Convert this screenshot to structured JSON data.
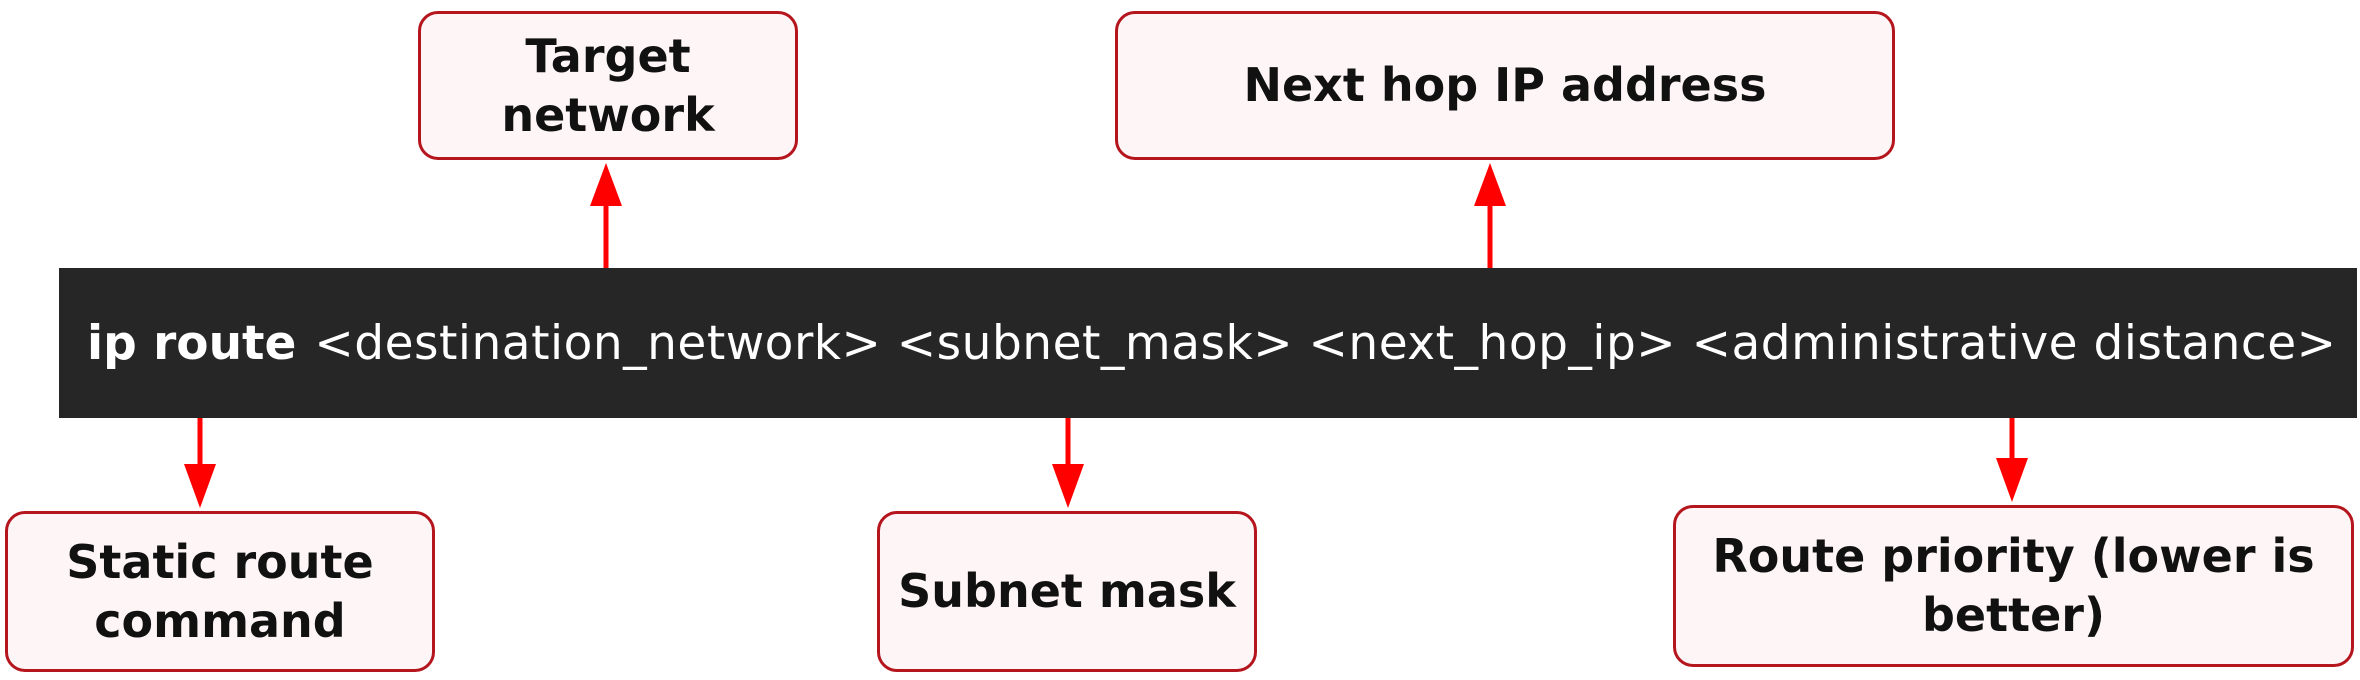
{
  "colors": {
    "arrow": "#ff0000",
    "box_border": "#b5161d",
    "box_fill": "#fdf5f6",
    "command_bg": "#262626",
    "command_text": "#ffffff"
  },
  "command": {
    "keyword": "ip route",
    "arguments": "<destination_network> <subnet_mask> <next_hop_ip> <administrative distance>"
  },
  "labels": {
    "target_network": "Target network",
    "next_hop": "Next hop IP address",
    "static_route": "Static route command",
    "subnet_mask": "Subnet mask",
    "route_priority": "Route priority (lower is better)"
  }
}
